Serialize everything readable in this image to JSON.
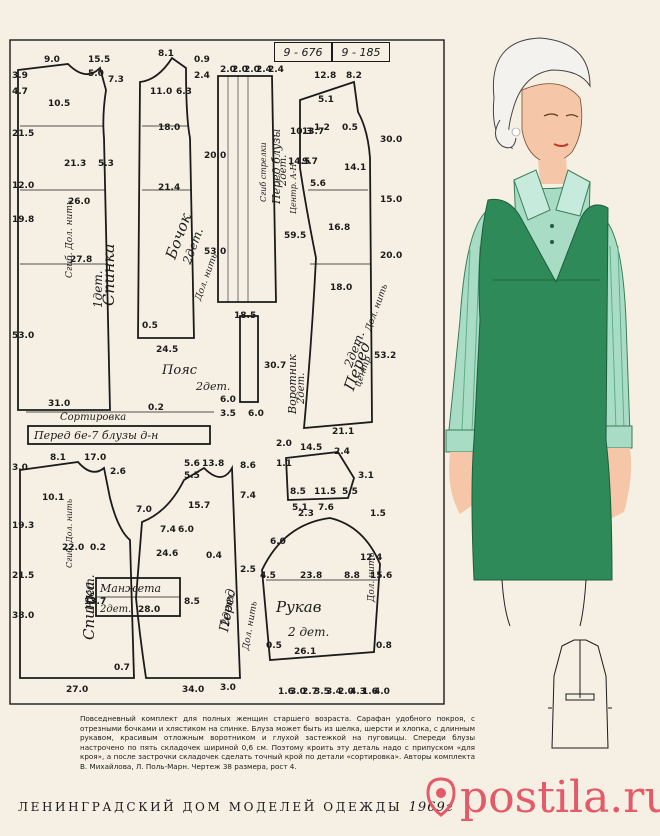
{
  "codes": {
    "left": "9 - 676",
    "right": "9 - 185"
  },
  "pieces": {
    "spinka_top": {
      "name": "Спинка",
      "count": "1дет.",
      "fold": "Сгиб. Дол. нить"
    },
    "bochok": {
      "name": "Бочок",
      "count": "2дет.",
      "grain": "Дол. нить"
    },
    "pered_bluzy": {
      "fold": "Сгиб стрелки",
      "name": "Перед блузы",
      "count": "2дет.",
      "centre": "Центр. А-Н"
    },
    "pered_top": {
      "name": "Перед",
      "count": "2дет.",
      "centre": "центр",
      "grain": "Дол. нить"
    },
    "poyas": {
      "name": "Пояс",
      "count": "2дет."
    },
    "vorotnik": {
      "name": "Воротник",
      "count": "2дет."
    },
    "sortirovka": "Сортировка",
    "strip": "Перед 6е-7 блузы д-н",
    "spinka_blouse": {
      "name": "Спинка",
      "count": "1дет.",
      "fold": "Сгиб. Дол. нить"
    },
    "manzheta": {
      "name": "Манжета",
      "count": "2дет."
    },
    "pered_blouse": {
      "name": "Перед",
      "count": "2дет.",
      "grain": "Дол. нить"
    },
    "rukav": {
      "name": "Рукав",
      "count": "2 дет.",
      "grain": "Дол. нить"
    }
  },
  "measurements": {
    "m1": "3.9",
    "m2": "9.0",
    "m3": "15.5",
    "m4": "5.0",
    "m5": "7.3",
    "m6": "4.7",
    "m7": "10.5",
    "m8": "21.5",
    "m9": "21.3",
    "m10": "5.3",
    "m11": "12.0",
    "m12": "26.0",
    "m13": "19.8",
    "m14": "27.8",
    "m15": "53.0",
    "m16": "31.0",
    "m17": "0.2",
    "b1": "8.1",
    "b2": "0.9",
    "b3": "2.4",
    "b4": "11.0",
    "b5": "6.3",
    "b6": "18.0",
    "b7": "20.0",
    "b8": "21.4",
    "b9": "53.0",
    "b10": "0.5",
    "b11": "24.5",
    "p1": "2.0",
    "p2": "2.0",
    "p3": "2.0",
    "p4": "2.4",
    "p5": "2.4",
    "p6": "59.5",
    "p7": "18.5",
    "f1": "12.8",
    "f2": "8.2",
    "f3": "1.2",
    "f4": "0.5",
    "f5": "10.3",
    "f6": "13.7",
    "f7": "5.1",
    "f8": "30.0",
    "f9": "14.1",
    "f10": "14.5",
    "f11": "9.7",
    "f12": "5.6",
    "f13": "15.0",
    "f14": "16.8",
    "f15": "20.0",
    "f16": "18.0",
    "f17": "53.2",
    "f18": "21.1",
    "f19": "6.0",
    "v1": "30.7",
    "v2": "6.0",
    "v3": "3.5",
    "v4": "2.0",
    "v5": "14.5",
    "v6": "2.4",
    "v7": "1.1",
    "v8": "8.5",
    "v9": "11.5",
    "v10": "5.5",
    "v11": "3.1",
    "v12": "5.1",
    "v13": "7.6",
    "s1": "3.0",
    "s2": "8.1",
    "s3": "17.0",
    "s4": "2.6",
    "s5": "10.1",
    "s6": "19.3",
    "s7": "22.0",
    "s8": "0.2",
    "s9": "21.5",
    "s10": "38.0",
    "s11": "13.7",
    "s12": "0.7",
    "s13": "27.0",
    "r1": "5.6",
    "r2": "5.5",
    "r3": "13.8",
    "r4": "8.6",
    "r5": "15.7",
    "r6": "7.0",
    "r7": "7.4",
    "r8": "6.0",
    "r9": "24.6",
    "r10": "0.4",
    "r11": "8.5",
    "r12": "34.0",
    "r13": "7.4",
    "r14": "2.5",
    "k1": "2.3",
    "k2": "6.0",
    "k3": "1.5",
    "k4": "4.5",
    "k5": "23.8",
    "k6": "8.8",
    "k7": "15.6",
    "k8": "12.4",
    "k9": "0.5",
    "k10": "26.1",
    "k11": "0.8",
    "k12": "1.6",
    "k13": "3.0",
    "k14": "2.7",
    "k15": "3.5",
    "k16": "3.4",
    "k17": "2.0",
    "k18": "4.3",
    "k19": "1.6",
    "k20": "4.0",
    "k21": "28.0",
    "k22": "3.0"
  },
  "caption": "Повседневный комплект для полных женщин старшего возраста. Сарафан удобного покроя, с отрезными бочками и хлястиком на спинке. Блуза может быть из шелка, шерсти и хлопка, с длинным рукавом, красивым отложным воротником и глухой застежкой на пуговицы. Спереди блузы настрочено по пять складочек шириной 0,6 см. Поэтому кроить эту деталь надо с припуском «для кроя», а после застрочки складочек сделать точный крой по детали «сортировка». Авторы комплекта В. Михайлова, Л. Поль-Марн. Чертеж 38 размера, рост 4.",
  "footer": {
    "org": "ЛЕНИНГРАДСКИЙ ДОМ МОДЕЛЕЙ ОДЕЖДЫ",
    "year": "1969г"
  },
  "watermark": "postila.ru",
  "colors": {
    "paper": "#f6f0e4",
    "ink": "#1b1b1b",
    "dress": "#2e8a58",
    "blouse": "#a9dcc4",
    "watermark": "#e35a68"
  },
  "icons": {
    "watermark": "pin-icon"
  }
}
